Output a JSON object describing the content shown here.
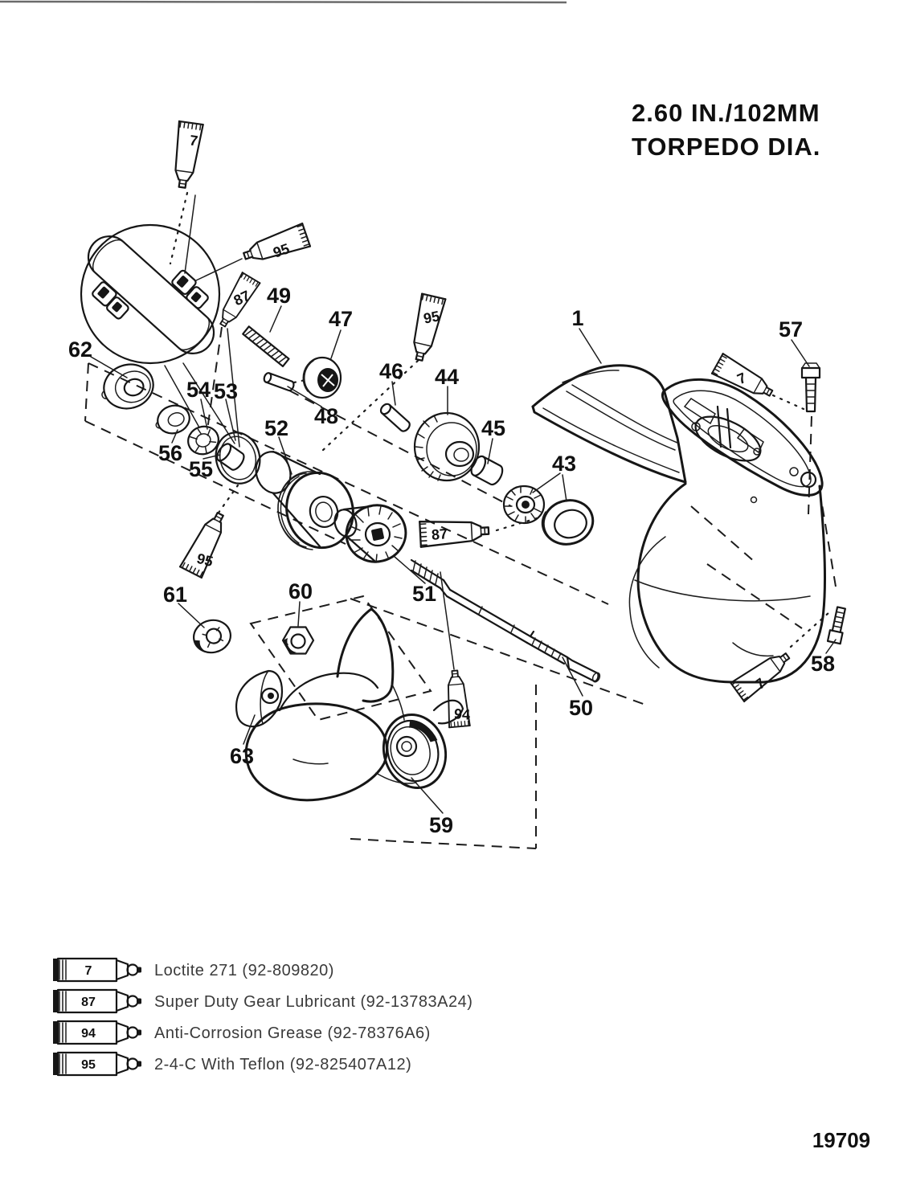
{
  "title": {
    "line1": "2.60 IN./102MM",
    "line2": "TORPEDO DIA."
  },
  "drawing_number": "19709",
  "callouts": {
    "1": "1",
    "43": "43",
    "44": "44",
    "45": "45",
    "46": "46",
    "47": "47",
    "48": "48",
    "49": "49",
    "50": "50",
    "51": "51",
    "52": "52",
    "53": "53",
    "54": "54",
    "55": "55",
    "56": "56",
    "57": "57",
    "58": "58",
    "59": "59",
    "60": "60",
    "61": "61",
    "62": "62",
    "63": "63"
  },
  "tube_labels": {
    "loctite": "7",
    "gear_lubricant": "87",
    "anti_corrosion": "94",
    "two_four_c": "95"
  },
  "legend": {
    "items": [
      {
        "tube_label": "7",
        "text": "Loctite 271 (92-809820)"
      },
      {
        "tube_label": "87",
        "text": "Super Duty Gear Lubricant (92-13783A24)"
      },
      {
        "tube_label": "94",
        "text": "Anti-Corrosion Grease (92-78376A6)"
      },
      {
        "tube_label": "95",
        "text": "2-4-C  With Teflon (92-825407A12)"
      }
    ]
  }
}
